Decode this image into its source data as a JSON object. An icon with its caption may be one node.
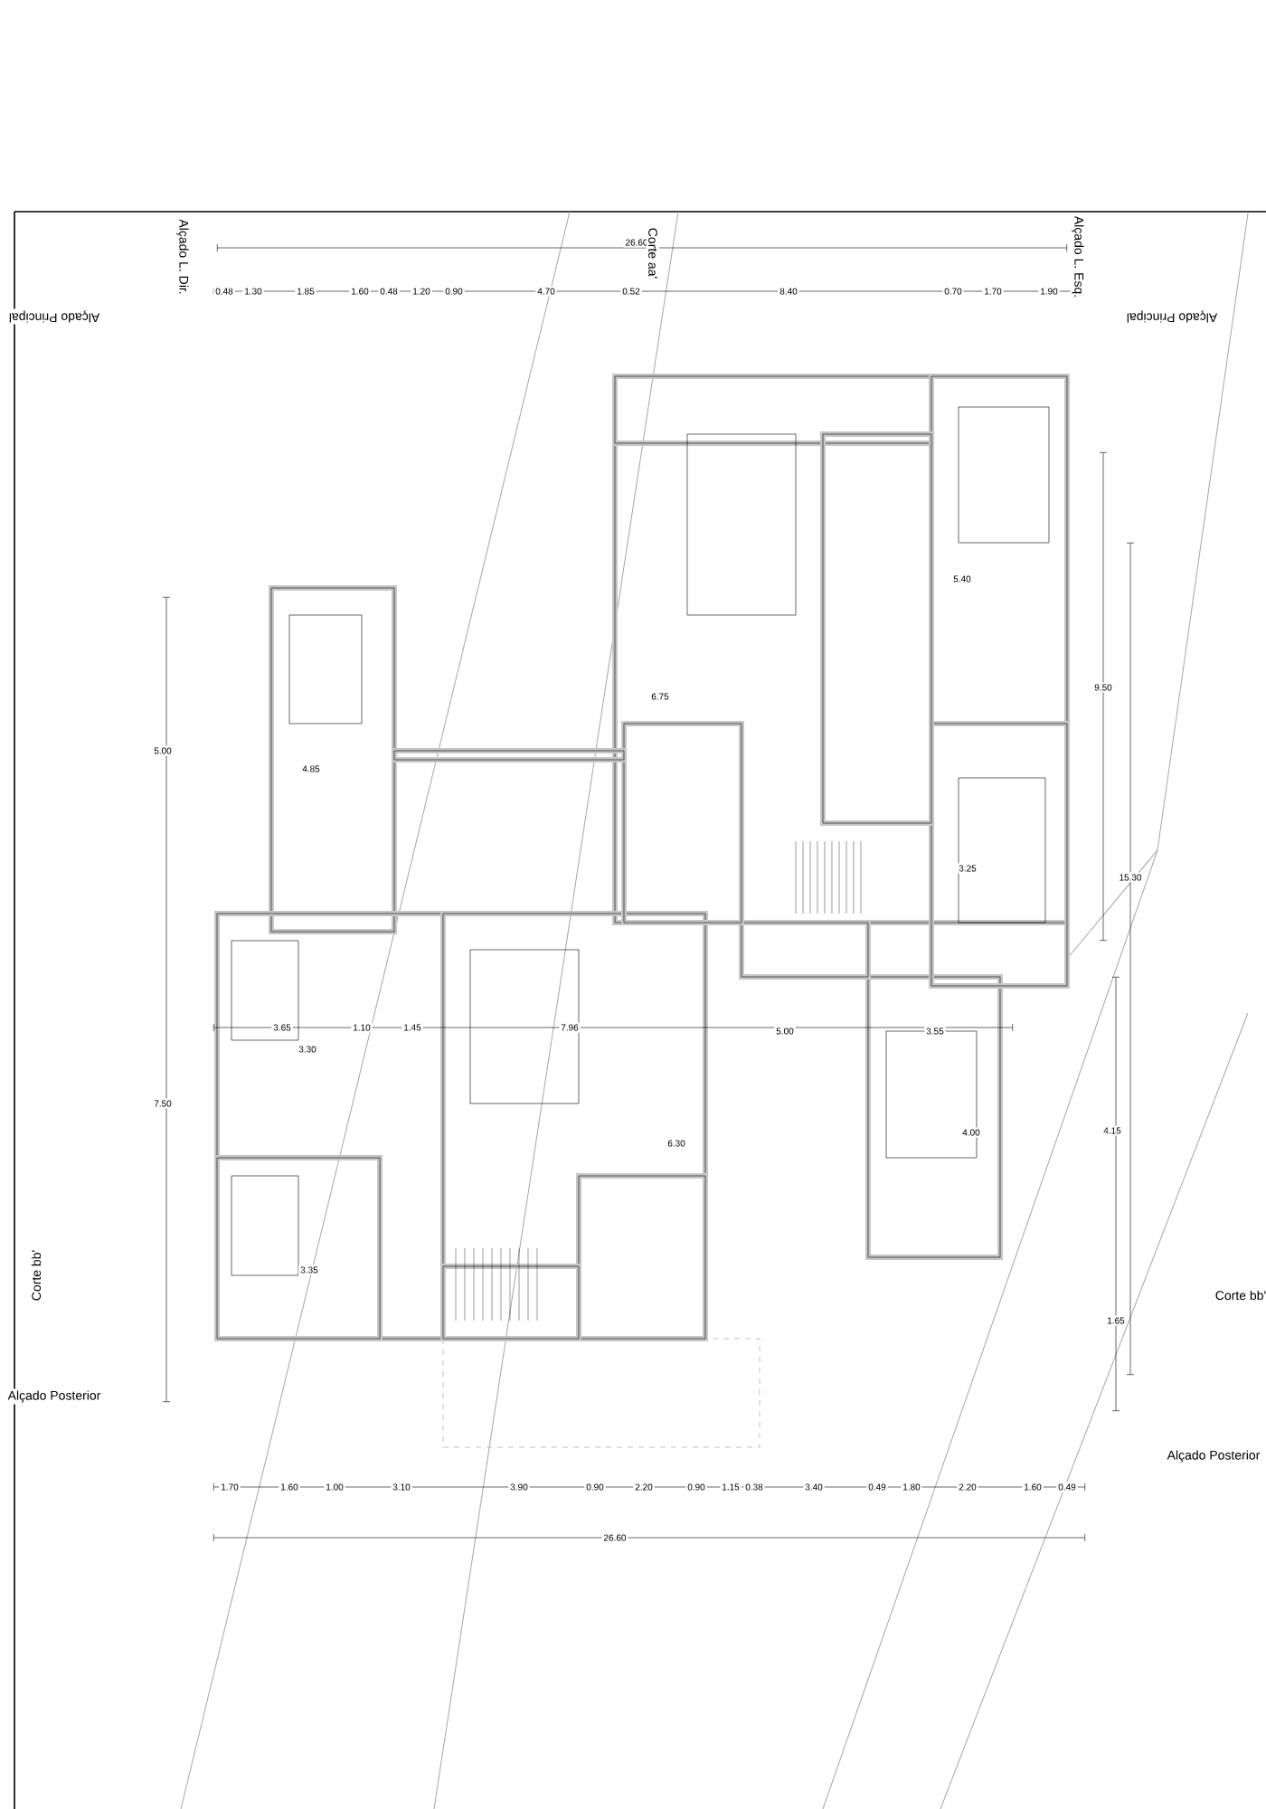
{
  "diagram": {
    "labels": [
      "Alçado L. Dir.",
      "26.60",
      "Corte aa'",
      "Alçado L. Esq.",
      "0.48",
      "1.30",
      "1.85",
      "1.60",
      "0.48",
      "1.20",
      "0.90",
      "4.70",
      "0.52",
      "8.40",
      "0.70",
      "1.70",
      "1.90",
      "Alçado Principal",
      "Alçado Principal",
      "6.75",
      "5.40",
      "9.50",
      "5.00",
      "4.85",
      "3.25",
      "15.30",
      "3.65",
      "3.30",
      "1.10",
      "1.45",
      "7.96",
      "5.00",
      "3.55",
      "4.00",
      "6.30",
      "4.15",
      "7.50",
      "3.35",
      "1.65",
      "Corte bb'",
      "Corte bb'",
      "Alçado Posterior",
      "Alçado Posterior",
      "1.70",
      "1.60",
      "1.00",
      "3.10",
      "3.90",
      "0.90",
      "2.20",
      "0.90",
      "1.15",
      "0.38",
      "3.40",
      "0.49",
      "1.80",
      "2.20",
      "1.60",
      "0.49",
      "26.60"
    ]
  }
}
